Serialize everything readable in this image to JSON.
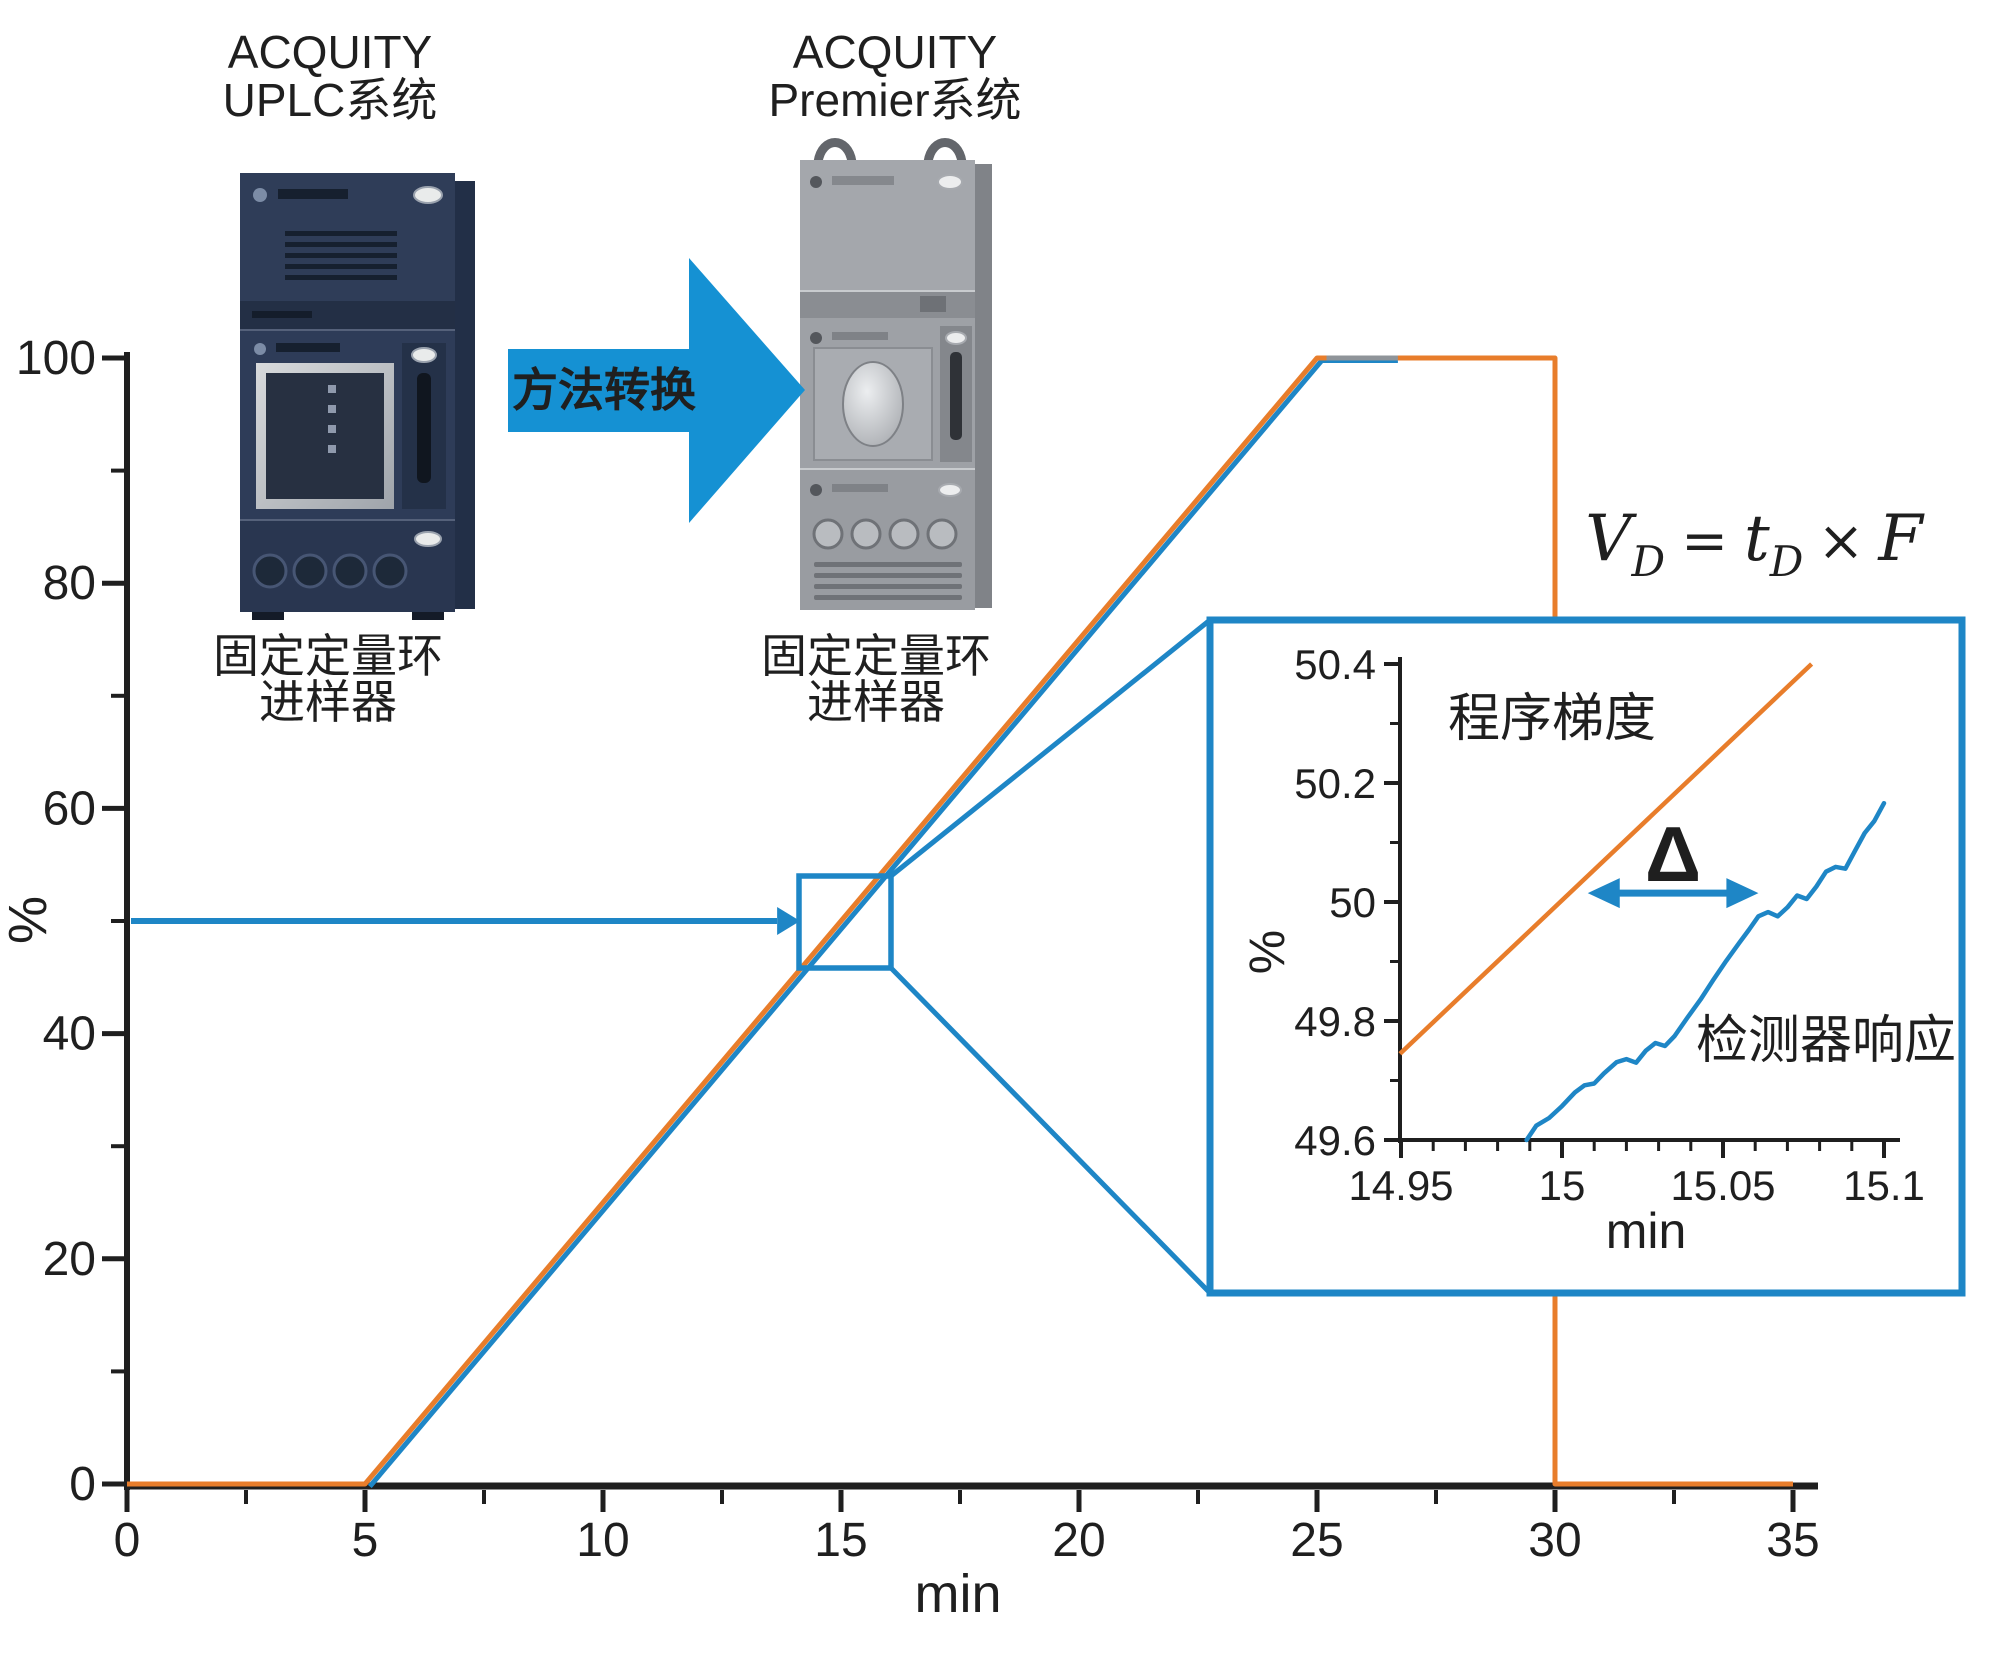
{
  "title_annotations": {
    "left_system_line1": "ACQUITY",
    "left_system_line2": "UPLC系统",
    "right_system_line1": "ACQUITY",
    "right_system_line2": "Premier系统",
    "transition_label": "方法转换",
    "left_caption_line1": "固定定量环",
    "left_caption_line2": "进样器",
    "right_caption_line1": "固定定量环",
    "right_caption_line2": "进样器"
  },
  "formula": {
    "var1": "V",
    "var1_sub": "D",
    "equals": "=",
    "var2": "t",
    "var2_sub": "D",
    "operator": "×",
    "var3": "F"
  },
  "colors": {
    "gradient_orange": "#E87D2B",
    "response_blue": "#1E86C6",
    "accent_blue": "#1591D3",
    "axis_black": "#1F1F1F",
    "overlap_gray": "#8F9499",
    "arrow_text_white": "#FFFFFF"
  },
  "chart_data": [
    {
      "id": "main",
      "type": "line",
      "title": "",
      "xlabel": "min",
      "ylabel": "%",
      "xlim": [
        0,
        35.5
      ],
      "ylim": [
        0,
        100
      ],
      "grid": false,
      "legend_position": "none",
      "x_ticks": [
        {
          "value": 0,
          "label": "0"
        },
        {
          "value": 5,
          "label": "5"
        },
        {
          "value": 10,
          "label": "10"
        },
        {
          "value": 15,
          "label": "15"
        },
        {
          "value": 20,
          "label": "20"
        },
        {
          "value": 25,
          "label": "25"
        },
        {
          "value": 30,
          "label": "30"
        },
        {
          "value": 35,
          "label": "35"
        }
      ],
      "x_minor_ticks": [
        2.5,
        7.5,
        12.5,
        17.5,
        22.5,
        27.5,
        32.5
      ],
      "y_ticks": [
        {
          "value": 0,
          "label": "0"
        },
        {
          "value": 20,
          "label": "20"
        },
        {
          "value": 40,
          "label": "40"
        },
        {
          "value": 60,
          "label": "60"
        },
        {
          "value": 80,
          "label": "80"
        },
        {
          "value": 100,
          "label": "100"
        }
      ],
      "y_minor_ticks": [
        10,
        30,
        50,
        70,
        90
      ],
      "series": [
        {
          "name": "程序梯度",
          "color_key": "gradient_orange",
          "points": [
            [
              0,
              0
            ],
            [
              5,
              0
            ],
            [
              25,
              100
            ],
            [
              30,
              100
            ],
            [
              30,
              0
            ],
            [
              35,
              0
            ]
          ]
        },
        {
          "name": "检测器响应",
          "color_key": "response_blue",
          "points": [
            [
              5.1,
              0
            ],
            [
              25.1,
              100
            ],
            [
              26.7,
              100
            ]
          ]
        }
      ],
      "overlap_segment": {
        "from": [
          25.2,
          100
        ],
        "to": [
          26.7,
          100
        ]
      },
      "zoom_indicator": {
        "x_range": [
          14.12,
          16.05
        ],
        "y_range": [
          45.8,
          54.0
        ]
      },
      "reference_arrow_y": 50
    },
    {
      "id": "inset",
      "type": "line",
      "title": "",
      "xlabel": "min",
      "ylabel": "%",
      "xlim": [
        14.9497,
        15.106
      ],
      "ylim": [
        49.6,
        50.4
      ],
      "grid": false,
      "legend_position": "none",
      "x_ticks": [
        {
          "value": 14.95,
          "label": "14.95"
        },
        {
          "value": 15,
          "label": "15"
        },
        {
          "value": 15.05,
          "label": "15.05"
        },
        {
          "value": 15.1,
          "label": "15.1"
        }
      ],
      "x_minor_ticks": [
        14.96,
        14.97,
        14.98,
        14.99,
        15.01,
        15.02,
        15.03,
        15.04,
        15.06,
        15.07,
        15.08,
        15.09
      ],
      "y_ticks": [
        {
          "value": 49.6,
          "label": "49.6"
        },
        {
          "value": 49.8,
          "label": "49.8"
        },
        {
          "value": 50,
          "label": "50"
        },
        {
          "value": 50.2,
          "label": "50.2"
        },
        {
          "value": 50.4,
          "label": "50.4"
        }
      ],
      "y_minor_ticks": [
        49.7,
        49.9,
        50.1,
        50.3
      ],
      "series": [
        {
          "name": "程序梯度",
          "color_key": "gradient_orange",
          "points": [
            [
              14.9497,
              49.745
            ],
            [
              15.0775,
              50.4
            ]
          ]
        },
        {
          "name": "检测器响应",
          "color_key": "response_blue",
          "points": [
            [
              14.989,
              49.6
            ],
            [
              14.992,
              49.624
            ],
            [
              14.996,
              49.637
            ],
            [
              15.0,
              49.657
            ],
            [
              15.004,
              49.68
            ],
            [
              15.007,
              49.692
            ],
            [
              15.01,
              49.695
            ],
            [
              15.013,
              49.712
            ],
            [
              15.017,
              49.731
            ],
            [
              15.02,
              49.736
            ],
            [
              15.023,
              49.73
            ],
            [
              15.026,
              49.75
            ],
            [
              15.029,
              49.763
            ],
            [
              15.032,
              49.758
            ],
            [
              15.035,
              49.775
            ],
            [
              15.039,
              49.806
            ],
            [
              15.043,
              49.836
            ],
            [
              15.047,
              49.869
            ],
            [
              15.051,
              49.901
            ],
            [
              15.055,
              49.931
            ],
            [
              15.058,
              49.953
            ],
            [
              15.061,
              49.976
            ],
            [
              15.064,
              49.983
            ],
            [
              15.067,
              49.976
            ],
            [
              15.07,
              49.991
            ],
            [
              15.073,
              50.011
            ],
            [
              15.076,
              50.005
            ],
            [
              15.079,
              50.026
            ],
            [
              15.082,
              50.051
            ],
            [
              15.085,
              50.059
            ],
            [
              15.088,
              50.056
            ],
            [
              15.091,
              50.086
            ],
            [
              15.094,
              50.116
            ],
            [
              15.097,
              50.136
            ],
            [
              15.1,
              50.166
            ]
          ]
        }
      ],
      "annotations": {
        "gradient_label": "程序梯度",
        "response_label": "检测器响应",
        "delta_label": "Δ",
        "delta_y": 50.015,
        "delta_x_from": 15.008,
        "delta_x_to": 15.061
      }
    }
  ]
}
